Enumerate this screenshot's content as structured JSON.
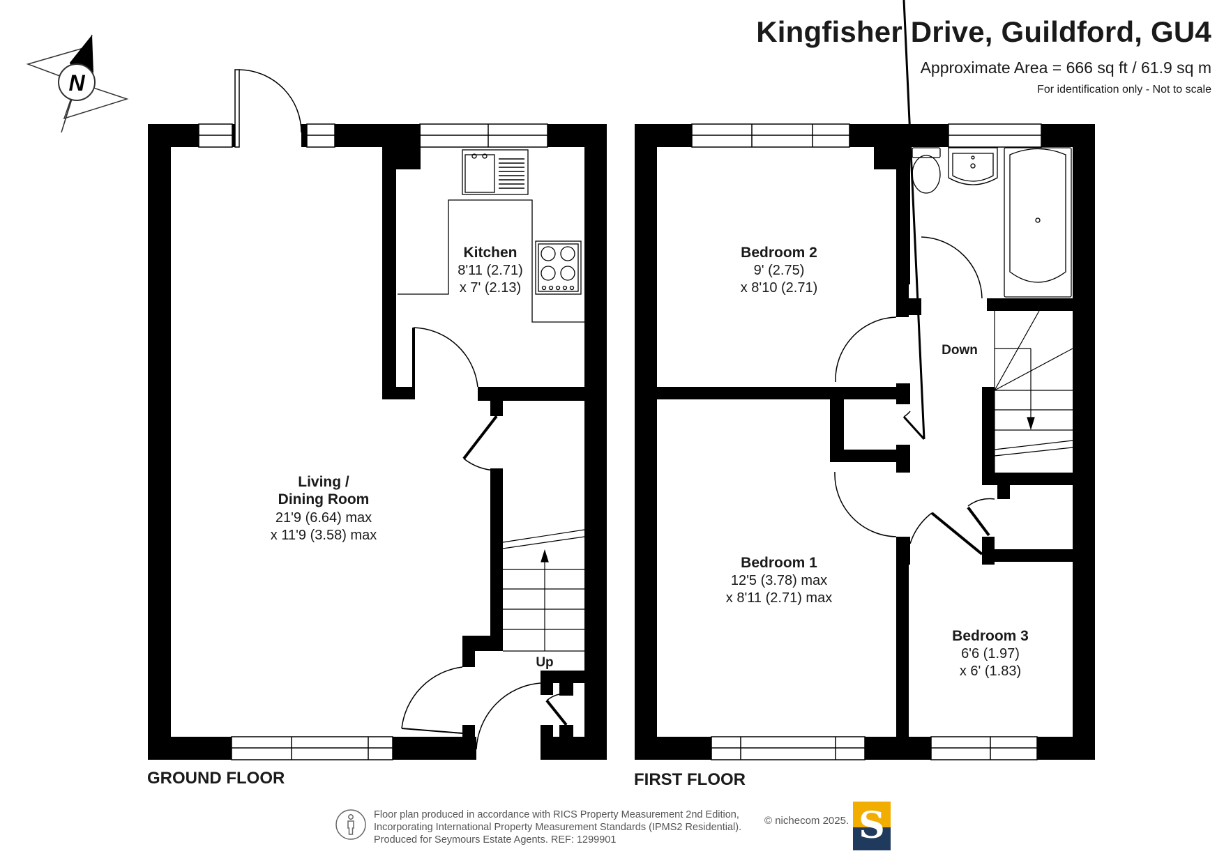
{
  "header": {
    "title": "Kingfisher Drive, Guildford, GU4",
    "area": "Approximate Area = 666 sq ft / 61.9 sq m",
    "note": "For identification only - Not to scale"
  },
  "compass": {
    "letter": "N"
  },
  "ground_floor": {
    "label": "GROUND FLOOR",
    "stairs_label": "Up",
    "rooms": {
      "kitchen": {
        "name": "Kitchen",
        "dim1": "8'11 (2.71)",
        "dim2": "x 7' (2.13)"
      },
      "living": {
        "name1": "Living /",
        "name2": "Dining Room",
        "dim1": "21'9 (6.64) max",
        "dim2": "x 11'9 (3.58) max"
      }
    }
  },
  "first_floor": {
    "label": "FIRST FLOOR",
    "stairs_label": "Down",
    "rooms": {
      "bedroom2": {
        "name": "Bedroom 2",
        "dim1": "9' (2.75)",
        "dim2": "x 8'10 (2.71)"
      },
      "bedroom1": {
        "name": "Bedroom 1",
        "dim1": "12'5 (3.78) max",
        "dim2": "x 8'11 (2.71) max"
      },
      "bedroom3": {
        "name": "Bedroom 3",
        "dim1": "6'6 (1.97)",
        "dim2": "x 6' (1.83)"
      }
    }
  },
  "footer": {
    "line1": "Floor plan produced in accordance with RICS Property Measurement 2nd Edition,",
    "line2": "Incorporating International Property Measurement Standards (IPMS2 Residential).",
    "line3": "Produced for Seymours Estate Agents.   REF: 1299901",
    "copyright": "© nichecom 2025.",
    "brand_letter": "S"
  },
  "colors": {
    "wall": "#000000",
    "brand_gold": "#f2ae00",
    "brand_navy": "#1f3a5c"
  }
}
